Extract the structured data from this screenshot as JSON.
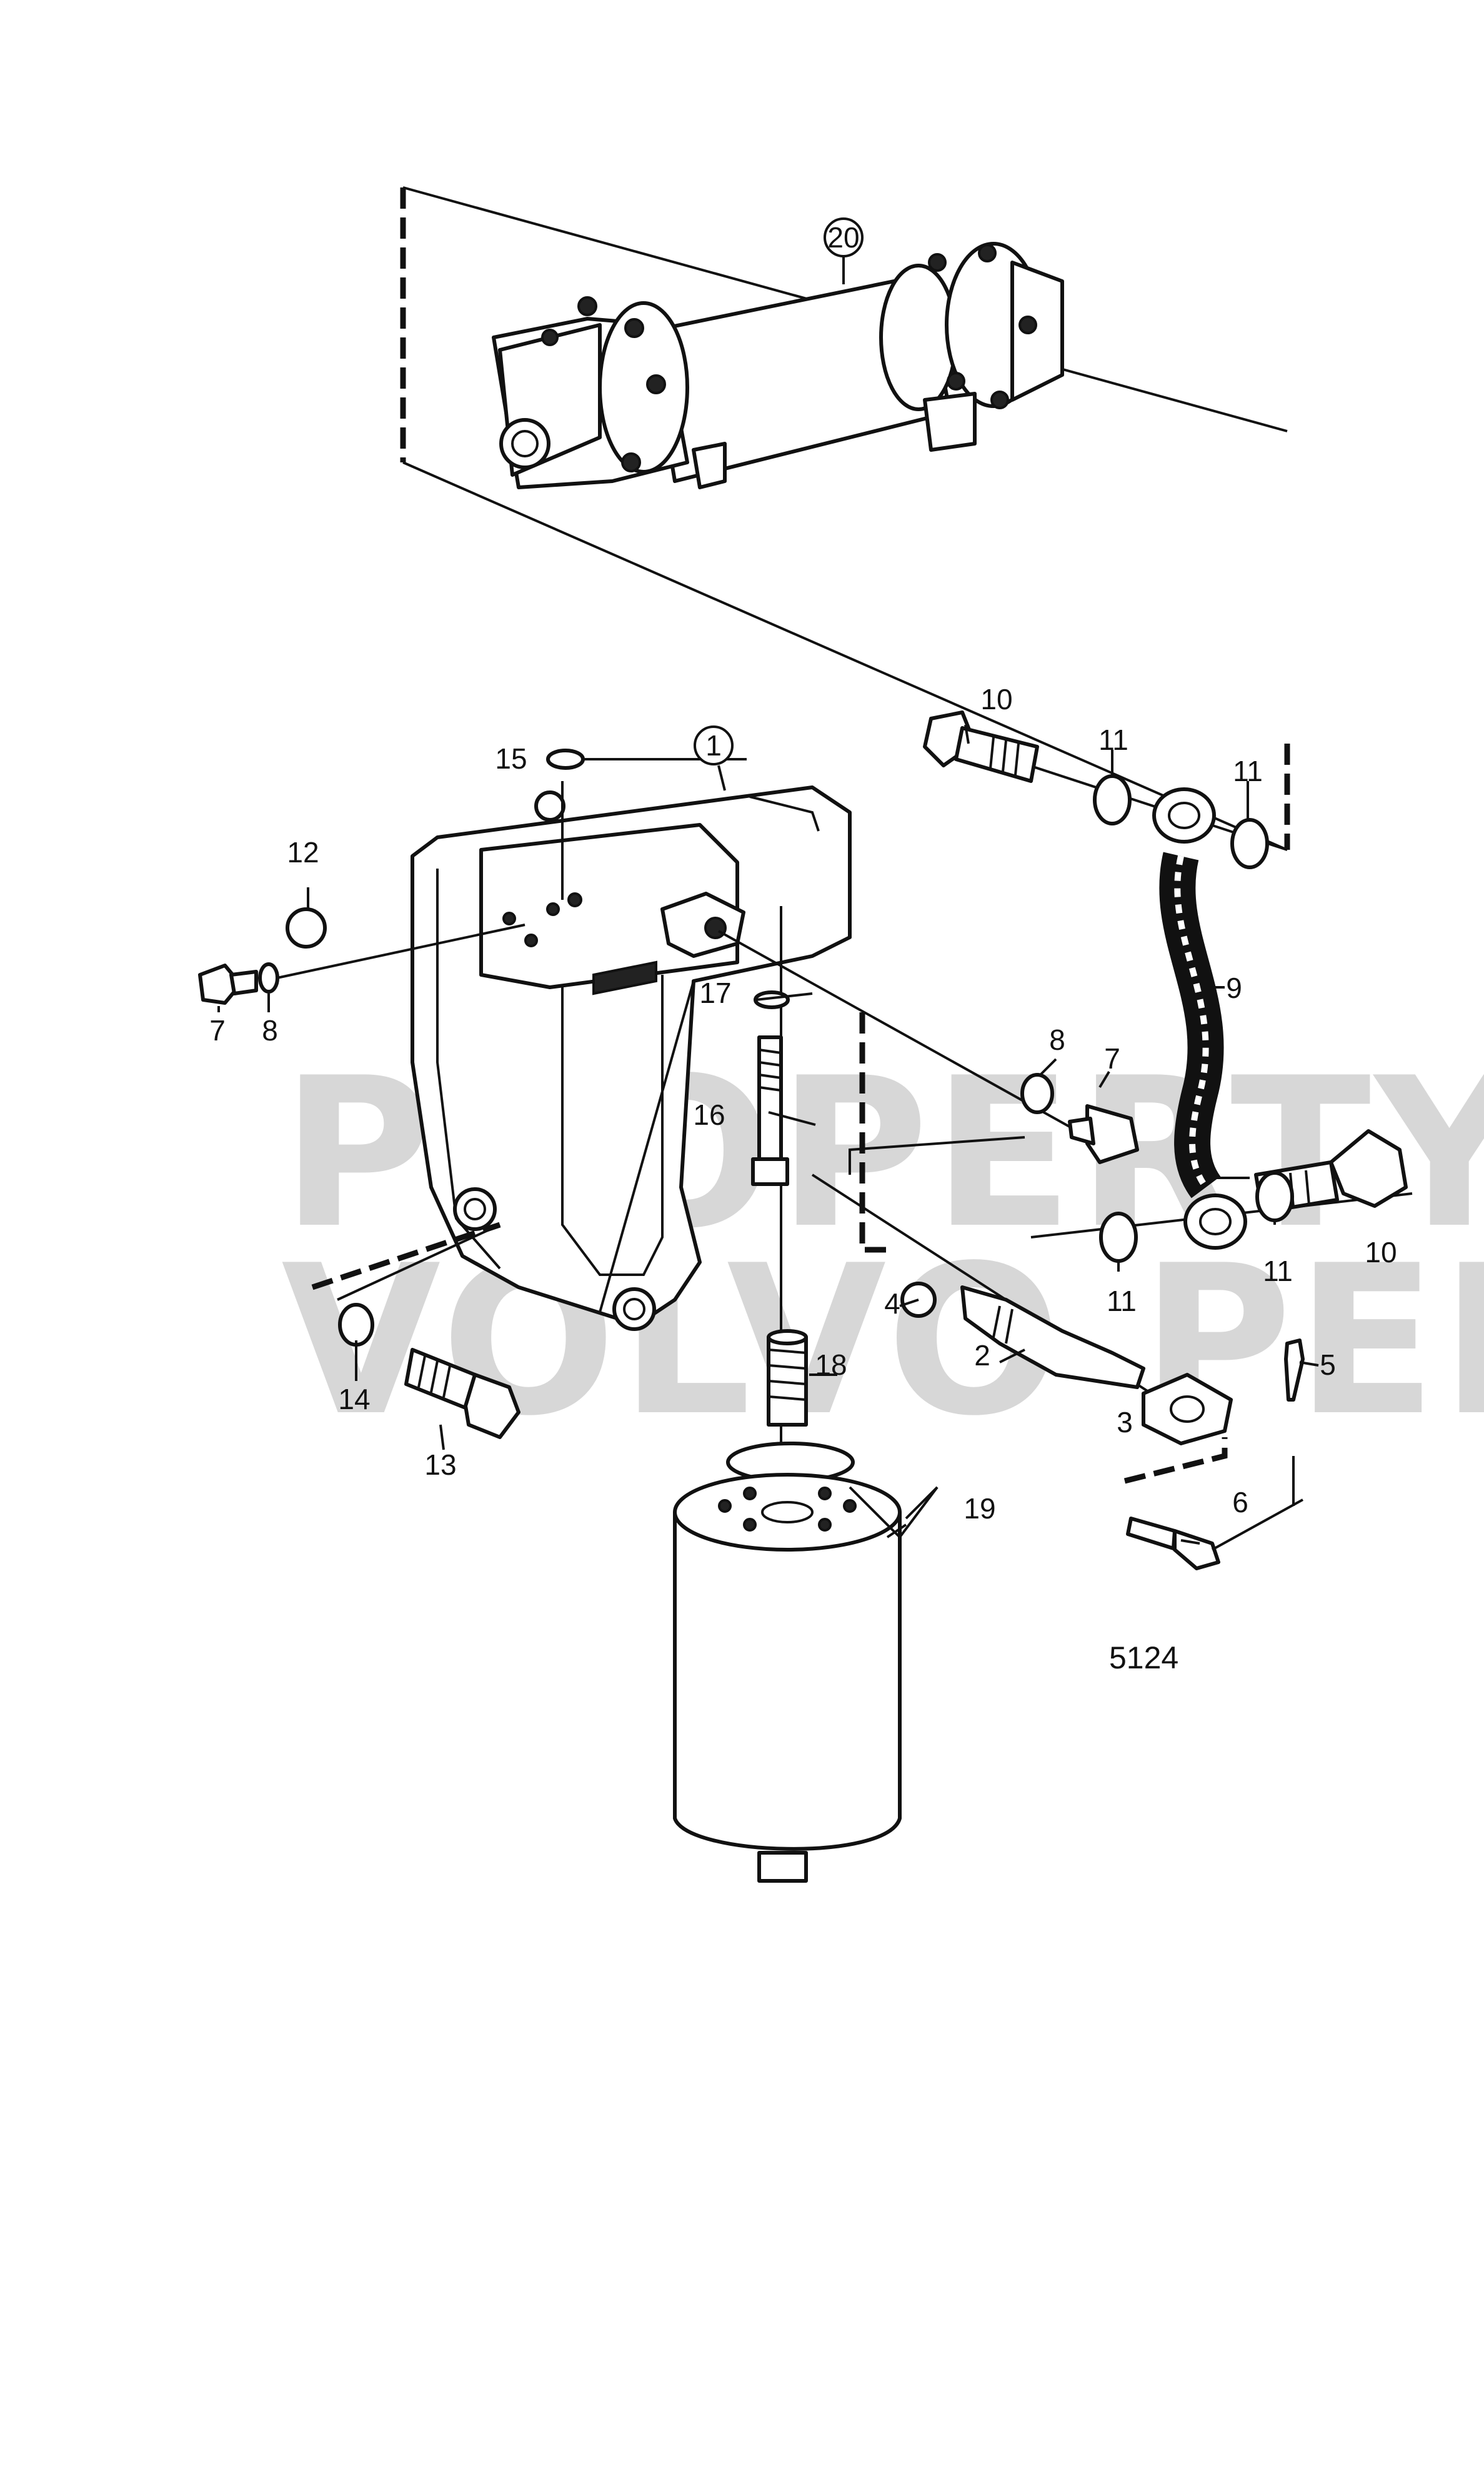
{
  "diagram": {
    "watermark": {
      "line1": "PROPERTY OF",
      "line2": "VOLVO PENTA"
    },
    "reference_number": "5124",
    "callouts": [
      {
        "id": "c1",
        "label": "1",
        "circled": true
      },
      {
        "id": "c2",
        "label": "2"
      },
      {
        "id": "c3",
        "label": "3"
      },
      {
        "id": "c4",
        "label": "4"
      },
      {
        "id": "c5",
        "label": "5"
      },
      {
        "id": "c6",
        "label": "6"
      },
      {
        "id": "c7a",
        "label": "7"
      },
      {
        "id": "c7b",
        "label": "7"
      },
      {
        "id": "c8a",
        "label": "8"
      },
      {
        "id": "c8b",
        "label": "8"
      },
      {
        "id": "c9",
        "label": "9"
      },
      {
        "id": "c10a",
        "label": "10"
      },
      {
        "id": "c10b",
        "label": "10"
      },
      {
        "id": "c11a",
        "label": "11"
      },
      {
        "id": "c11b",
        "label": "11"
      },
      {
        "id": "c11c",
        "label": "11"
      },
      {
        "id": "c11d",
        "label": "11"
      },
      {
        "id": "c12",
        "label": "12"
      },
      {
        "id": "c13",
        "label": "13"
      },
      {
        "id": "c14",
        "label": "14"
      },
      {
        "id": "c15",
        "label": "15"
      },
      {
        "id": "c16",
        "label": "16"
      },
      {
        "id": "c17",
        "label": "17"
      },
      {
        "id": "c18",
        "label": "18"
      },
      {
        "id": "c19",
        "label": "19"
      },
      {
        "id": "c20",
        "label": "20",
        "circled": true
      }
    ]
  }
}
